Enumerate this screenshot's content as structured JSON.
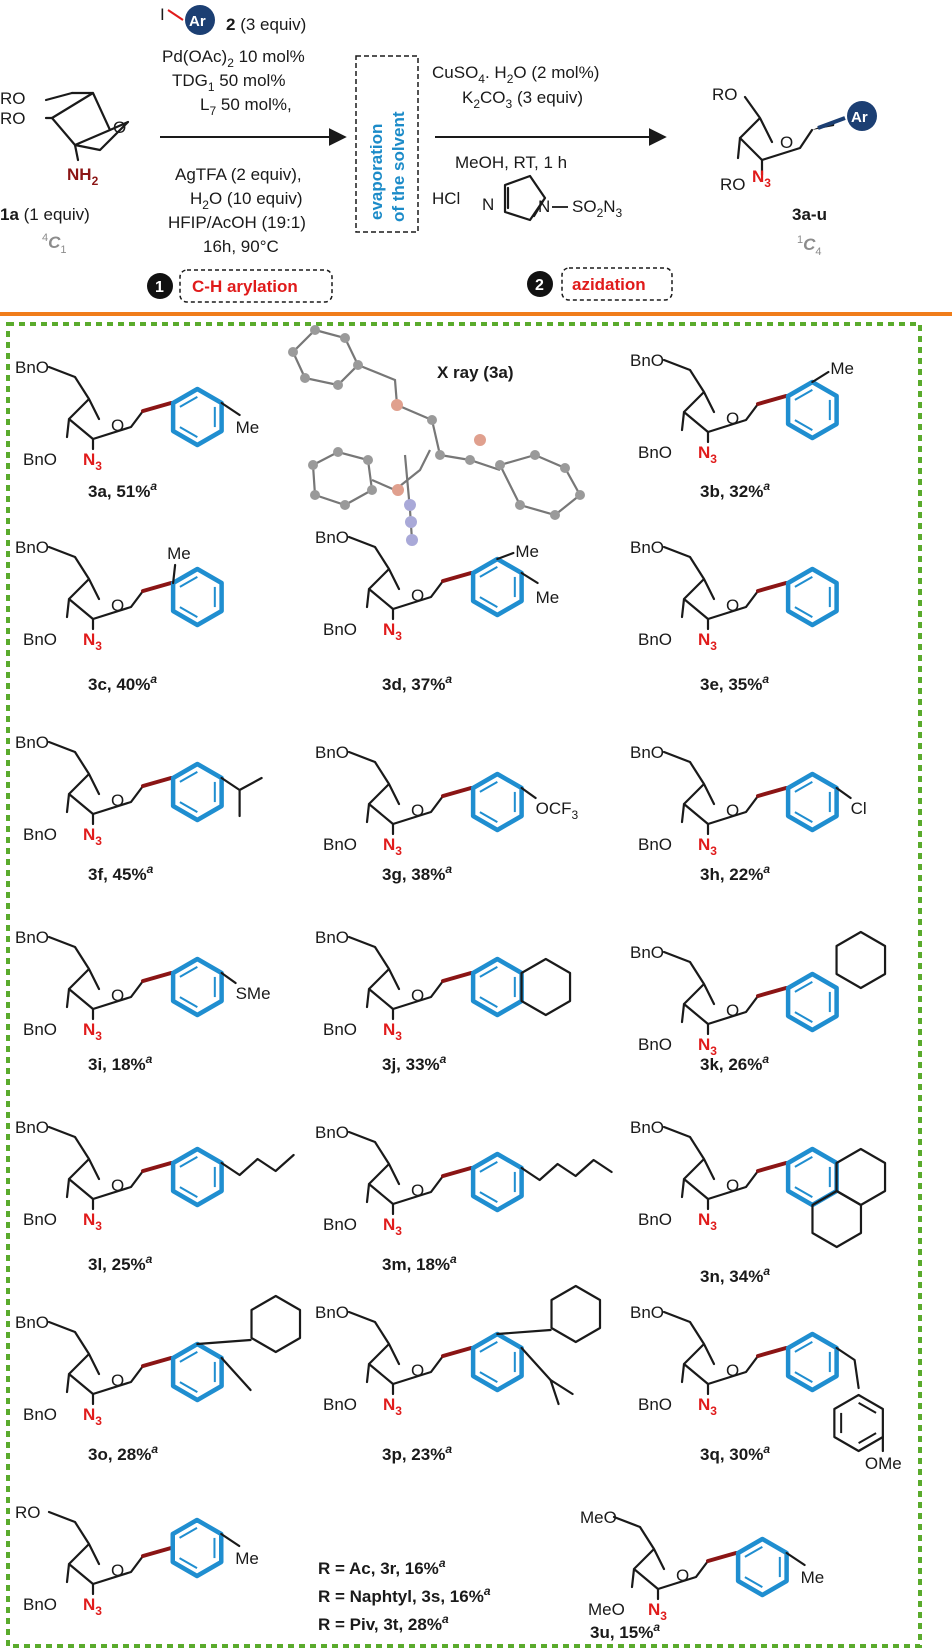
{
  "header": {
    "reagent_num": "2",
    "reagent_equiv": " (3 equiv)",
    "iodo": "I",
    "ar_badge": "Ar",
    "step1_lines": [
      "Pd(OAc)",
      " 10 mol%",
      "TDG",
      " 50 mol%",
      "L",
      " 50 mol%,"
    ],
    "step1_bottom": [
      "AgTFA (2 equiv),",
      "H",
      "O (10 equiv)",
      "HFIP/AcOH (19:1)",
      "16h, 90°C"
    ],
    "evaporation": [
      "evaporation",
      "of the solvent"
    ],
    "step2_top": [
      "CuSO",
      ". H",
      "O (2 mol%)",
      "K",
      "CO",
      " (3 equiv)"
    ],
    "step2_mid": "MeOH, RT,  1 h",
    "hcl": "HCl",
    "so2n3": "SO",
    "start_label": "1a",
    "start_equiv": " (1 equiv)",
    "start_conf": "C",
    "start_conf_sup": "4",
    "start_conf_sub": "1",
    "product_label": "3a-u",
    "product_conf": "C",
    "product_conf_sup": "1",
    "product_conf_sub": "4",
    "step1_num": "1",
    "step1_name": "C-H arylation",
    "step2_num": "2",
    "step2_name": "azidation"
  },
  "xray_label": "X ray (3a)",
  "products": [
    {
      "id": "3a",
      "yield": "51%",
      "note": "a"
    },
    {
      "id": "3b",
      "yield": "32%",
      "note": "a"
    },
    {
      "id": "3c",
      "yield": "40%",
      "note": "a"
    },
    {
      "id": "3d",
      "yield": "37%",
      "note": "a"
    },
    {
      "id": "3e",
      "yield": "35%",
      "note": "a"
    },
    {
      "id": "3f",
      "yield": "45%",
      "note": "a"
    },
    {
      "id": "3g",
      "yield": "38%",
      "note": "a"
    },
    {
      "id": "3h",
      "yield": "22%",
      "note": "a"
    },
    {
      "id": "3i",
      "yield": "18%",
      "note": "a"
    },
    {
      "id": "3j",
      "yield": "33%",
      "note": "a"
    },
    {
      "id": "3k",
      "yield": "26%",
      "note": "a"
    },
    {
      "id": "3l",
      "yield": "25%",
      "note": "a"
    },
    {
      "id": "3m",
      "yield": "18%",
      "note": "a"
    },
    {
      "id": "3n",
      "yield": "34%",
      "note": "a"
    },
    {
      "id": "3o",
      "yield": "28%",
      "note": "a"
    },
    {
      "id": "3p",
      "yield": "23%",
      "note": "a"
    },
    {
      "id": "3q",
      "yield": "30%",
      "note": "a"
    },
    {
      "id": "3u",
      "yield": "15%",
      "note": "a"
    }
  ],
  "r_variants": [
    "R = Ac, 3r, 16%",
    "R = Naphtyl, 3s, 16%",
    "R = Piv, 3t, 28%"
  ],
  "atom_labels": {
    "bno": "BnO",
    "o": "O",
    "n3": "N",
    "me": "Me",
    "meo": "MeO",
    "ro": "RO",
    "cl": "Cl",
    "sme": "SMe",
    "ocf3": "OCF",
    "ome": "OMe",
    "nh2": "NH"
  },
  "colors": {
    "accent_blue": "#1f8ed0",
    "red": "#e01b1b",
    "bond_red": "#8b1515",
    "divider_orange": "#f07d1a",
    "frame_green": "#5aab2c",
    "ar_badge": "#1c3f73"
  }
}
